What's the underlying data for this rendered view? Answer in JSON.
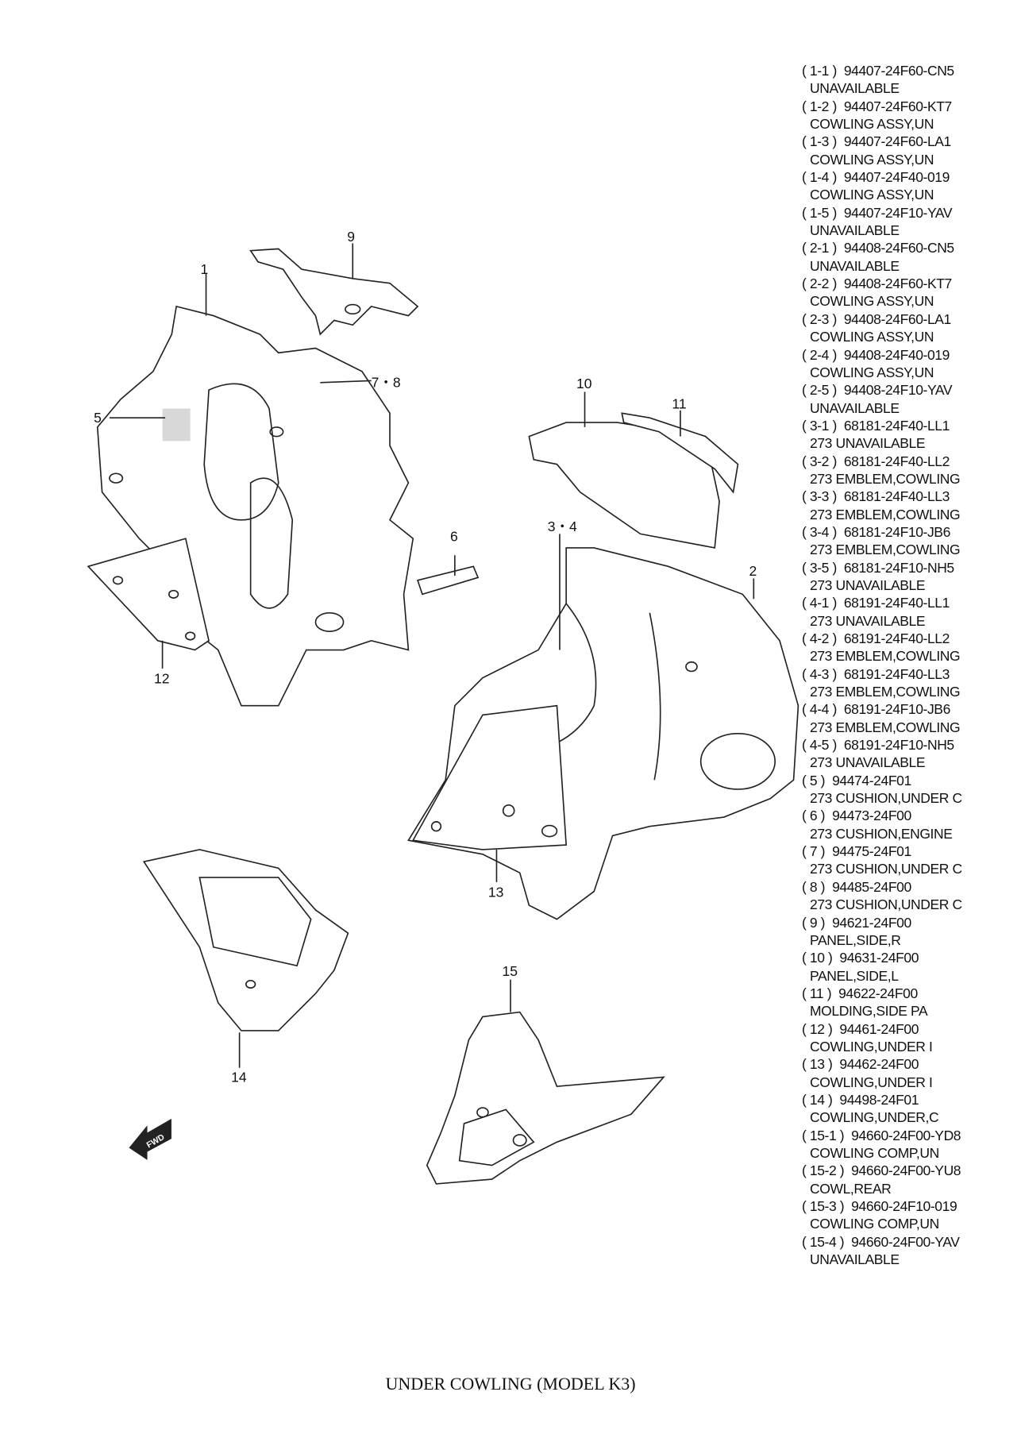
{
  "title": "UNDER COWLING (MODEL K3)",
  "callouts": {
    "c1": "1",
    "c2": "2",
    "c34": "3・4",
    "c5": "5",
    "c6": "6",
    "c78": "7・8",
    "c9": "9",
    "c10": "10",
    "c11": "11",
    "c12": "12",
    "c13": "13",
    "c14": "14",
    "c15": "15"
  },
  "direction_icon": "fwd-arrow-icon",
  "direction_label": "FWD",
  "parts": [
    {
      "ref": "( 1-1 )",
      "part_no": "94407-24F60-CN5",
      "desc": "UNAVAILABLE"
    },
    {
      "ref": "( 1-2 )",
      "part_no": "94407-24F60-KT7",
      "desc": "COWLING ASSY,UN"
    },
    {
      "ref": "( 1-3 )",
      "part_no": "94407-24F60-LA1",
      "desc": "COWLING ASSY,UN"
    },
    {
      "ref": "( 1-4 )",
      "part_no": "94407-24F40-019",
      "desc": "COWLING ASSY,UN"
    },
    {
      "ref": "( 1-5 )",
      "part_no": "94407-24F10-YAV",
      "desc": "UNAVAILABLE"
    },
    {
      "ref": "( 2-1 )",
      "part_no": "94408-24F60-CN5",
      "desc": "UNAVAILABLE"
    },
    {
      "ref": "( 2-2 )",
      "part_no": "94408-24F60-KT7",
      "desc": "COWLING ASSY,UN"
    },
    {
      "ref": "( 2-3 )",
      "part_no": "94408-24F60-LA1",
      "desc": "COWLING ASSY,UN"
    },
    {
      "ref": "( 2-4 )",
      "part_no": "94408-24F40-019",
      "desc": "COWLING ASSY,UN"
    },
    {
      "ref": "( 2-5 )",
      "part_no": "94408-24F10-YAV",
      "desc": "UNAVAILABLE"
    },
    {
      "ref": "( 3-1 )",
      "part_no": "68181-24F40-LL1",
      "desc": "273 UNAVAILABLE"
    },
    {
      "ref": "( 3-2 )",
      "part_no": "68181-24F40-LL2",
      "desc": "273 EMBLEM,COWLING"
    },
    {
      "ref": "( 3-3 )",
      "part_no": "68181-24F40-LL3",
      "desc": "273 EMBLEM,COWLING"
    },
    {
      "ref": "( 3-4 )",
      "part_no": "68181-24F10-JB6",
      "desc": "273 EMBLEM,COWLING"
    },
    {
      "ref": "( 3-5 )",
      "part_no": "68181-24F10-NH5",
      "desc": "273 UNAVAILABLE"
    },
    {
      "ref": "( 4-1 )",
      "part_no": "68191-24F40-LL1",
      "desc": "273 UNAVAILABLE"
    },
    {
      "ref": "( 4-2 )",
      "part_no": "68191-24F40-LL2",
      "desc": "273 EMBLEM,COWLING"
    },
    {
      "ref": "( 4-3 )",
      "part_no": "68191-24F40-LL3",
      "desc": "273 EMBLEM,COWLING"
    },
    {
      "ref": "( 4-4 )",
      "part_no": "68191-24F10-JB6",
      "desc": "273 EMBLEM,COWLING"
    },
    {
      "ref": "( 4-5 )",
      "part_no": "68191-24F10-NH5",
      "desc": "273 UNAVAILABLE"
    },
    {
      "ref": "( 5 )",
      "part_no": "94474-24F01",
      "desc": "273 CUSHION,UNDER C"
    },
    {
      "ref": "( 6 )",
      "part_no": "94473-24F00",
      "desc": "273 CUSHION,ENGINE"
    },
    {
      "ref": "( 7 )",
      "part_no": "94475-24F01",
      "desc": "273 CUSHION,UNDER C"
    },
    {
      "ref": "( 8 )",
      "part_no": "94485-24F00",
      "desc": "273 CUSHION,UNDER C"
    },
    {
      "ref": "( 9 )",
      "part_no": "94621-24F00",
      "desc": "PANEL,SIDE,R"
    },
    {
      "ref": "( 10 )",
      "part_no": "94631-24F00",
      "desc": "PANEL,SIDE,L"
    },
    {
      "ref": "( 11 )",
      "part_no": "94622-24F00",
      "desc": "MOLDING,SIDE PA"
    },
    {
      "ref": "( 12 )",
      "part_no": "94461-24F00",
      "desc": "COWLING,UNDER I"
    },
    {
      "ref": "( 13 )",
      "part_no": "94462-24F00",
      "desc": "COWLING,UNDER I"
    },
    {
      "ref": "( 14 )",
      "part_no": "94498-24F01",
      "desc": "COWLING,UNDER,C"
    },
    {
      "ref": "( 15-1 )",
      "part_no": "94660-24F00-YD8",
      "desc": "COWLING COMP,UN"
    },
    {
      "ref": "( 15-2 )",
      "part_no": "94660-24F00-YU8",
      "desc": "COWL,REAR"
    },
    {
      "ref": "( 15-3 )",
      "part_no": "94660-24F10-019",
      "desc": "COWLING COMP,UN"
    },
    {
      "ref": "( 15-4 )",
      "part_no": "94660-24F00-YAV",
      "desc": "UNAVAILABLE"
    }
  ]
}
